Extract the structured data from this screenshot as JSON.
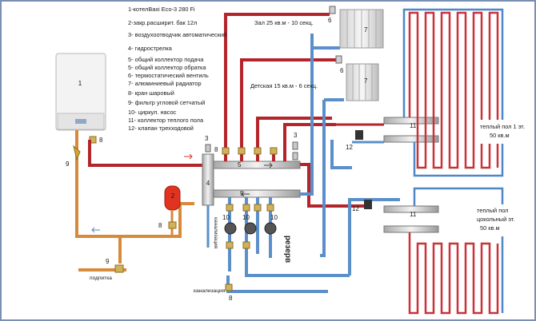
{
  "legend": [
    "1-котелBaxi Eco-3 280 Fi",
    "2-закр.расширит. бак 12л",
    "3- воздухоотводчик автоматический",
    "4- гидрострелка",
    "5- общий коллектор подача",
    "5- общий коллектор обратка",
    "6- термостатический вентиль",
    "7- алюминиевый радиатор",
    "8- кран шаровый",
    "9- фильтр угловой сетчатый",
    "10- циркул. насос",
    "11- коллектор теплого пола",
    "12- клапан трехходовой"
  ],
  "rooms": {
    "hall": "Зал 25 кв.м - 10 секц.",
    "kids": "Детская 15 кв.м - 6 секц."
  },
  "floors": {
    "upper": "теплый пол 1 эт.\n50 кв.м",
    "lower": "теплый пол\nцокольный эт.\n50 кв.м"
  },
  "pipe_labels": {
    "reserve": "резерв",
    "sewer_vertical": "канализация",
    "sewer_bottom": "канализация",
    "makeup": "подпитка"
  },
  "markers": {
    "m1": "1",
    "m2": "2",
    "m3": "3",
    "m4": "4",
    "m5": "5",
    "m6": "6",
    "m7": "7",
    "m8": "8",
    "m9": "9",
    "m10": "10",
    "m11": "11",
    "m12": "12"
  },
  "colors": {
    "supply": "#b4252b",
    "return": "#5b8fc9",
    "boiler_line": "#d88a3c",
    "floor_loop_red": "#c8333a",
    "floor_loop_blue": "#4f86c6"
  }
}
